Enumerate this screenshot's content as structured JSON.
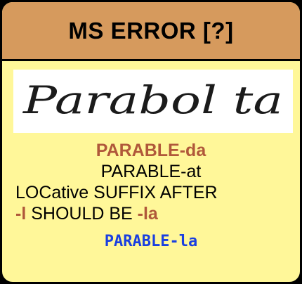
{
  "header": {
    "title": "MS ERROR [?]"
  },
  "manuscript": {
    "handwriting": "Parabol ta"
  },
  "lines": {
    "line1": "PARABLE-da",
    "line2": "PARABLE-at",
    "line3": "LOCative SUFFIX AFTER",
    "line4_part1": "-l",
    "line4_part2": " SHOULD BE ",
    "line4_part3": "-la",
    "answer": "PARABLE-la"
  },
  "colors": {
    "header_bg": "#d69a5d",
    "card_bg": "#fff799",
    "accent": "#b0583a",
    "answer": "#1a3fe0"
  }
}
